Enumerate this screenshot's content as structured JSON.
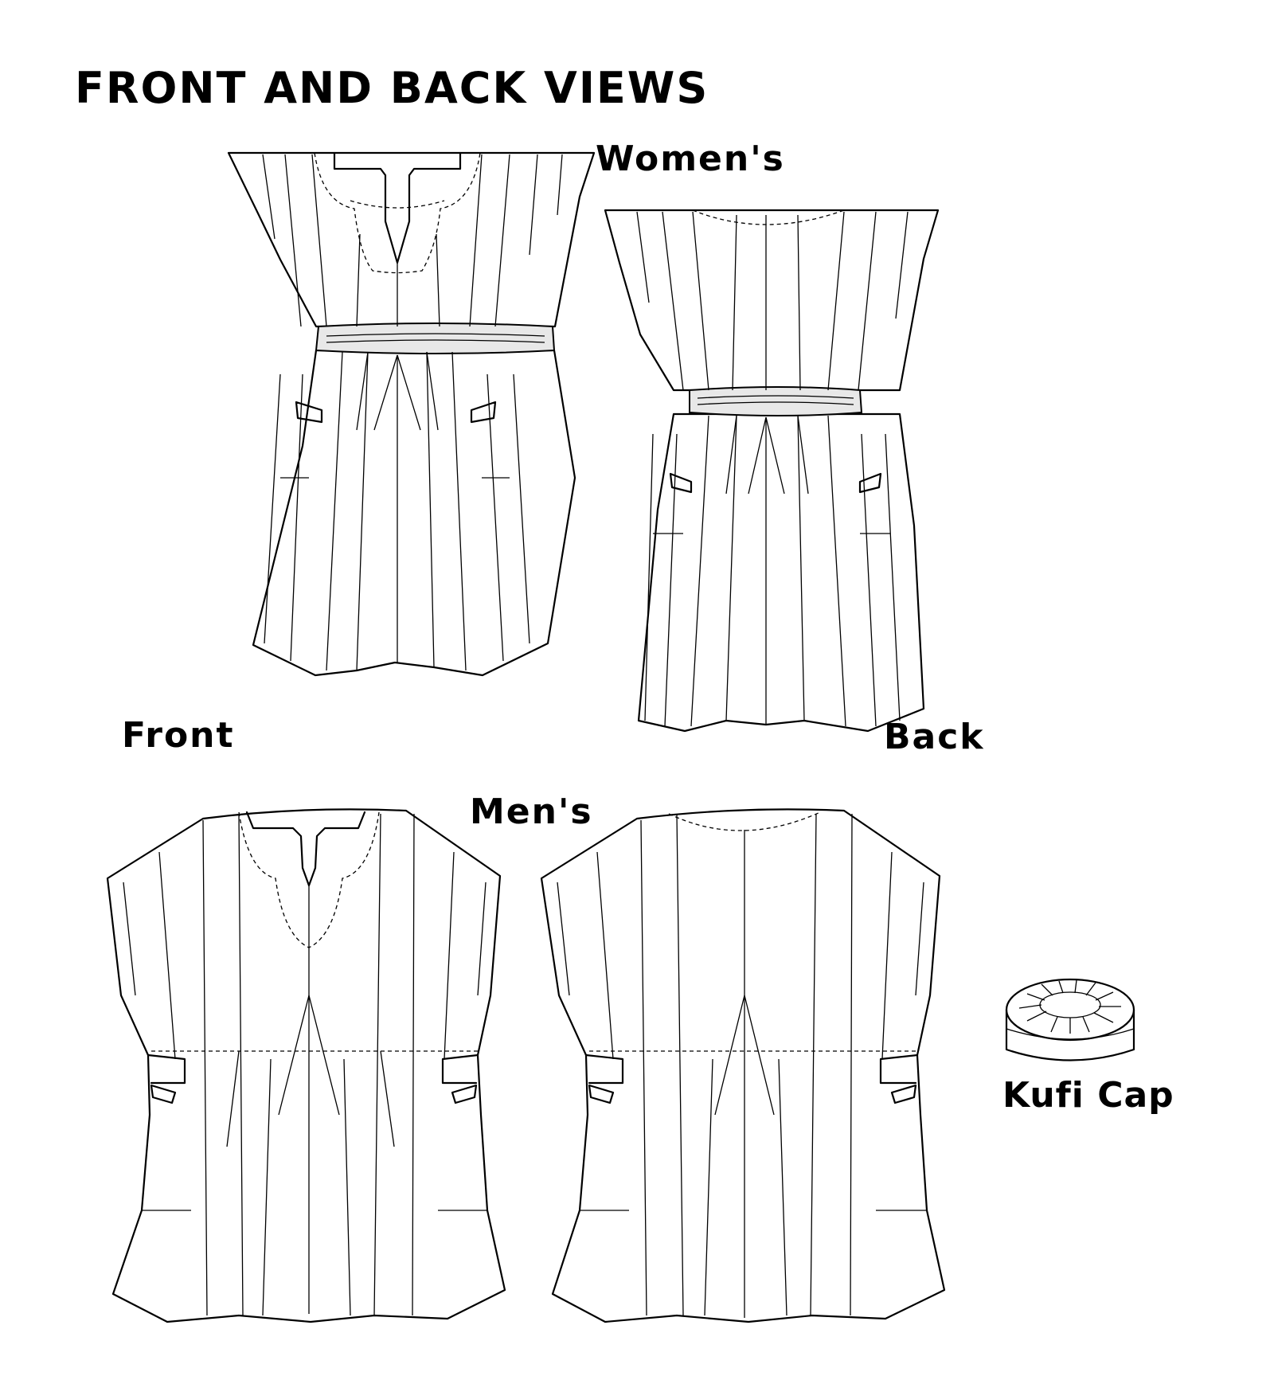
{
  "page": {
    "title": "FRONT AND BACK VIEWS",
    "labels": {
      "womens": "Women's",
      "front": "Front",
      "back": "Back",
      "mens": "Men's",
      "kufi": "Kufi Cap"
    }
  },
  "illustrations": [
    {
      "id": "womens-front",
      "subject": "women-front-dress"
    },
    {
      "id": "womens-back",
      "subject": "women-back-dress"
    },
    {
      "id": "mens-front",
      "subject": "men-front-tunic"
    },
    {
      "id": "mens-back",
      "subject": "men-back-tunic"
    },
    {
      "id": "kufi-cap",
      "subject": "kufi-cap"
    }
  ],
  "colors": {
    "ink": "#000000",
    "paper": "#ffffff"
  }
}
